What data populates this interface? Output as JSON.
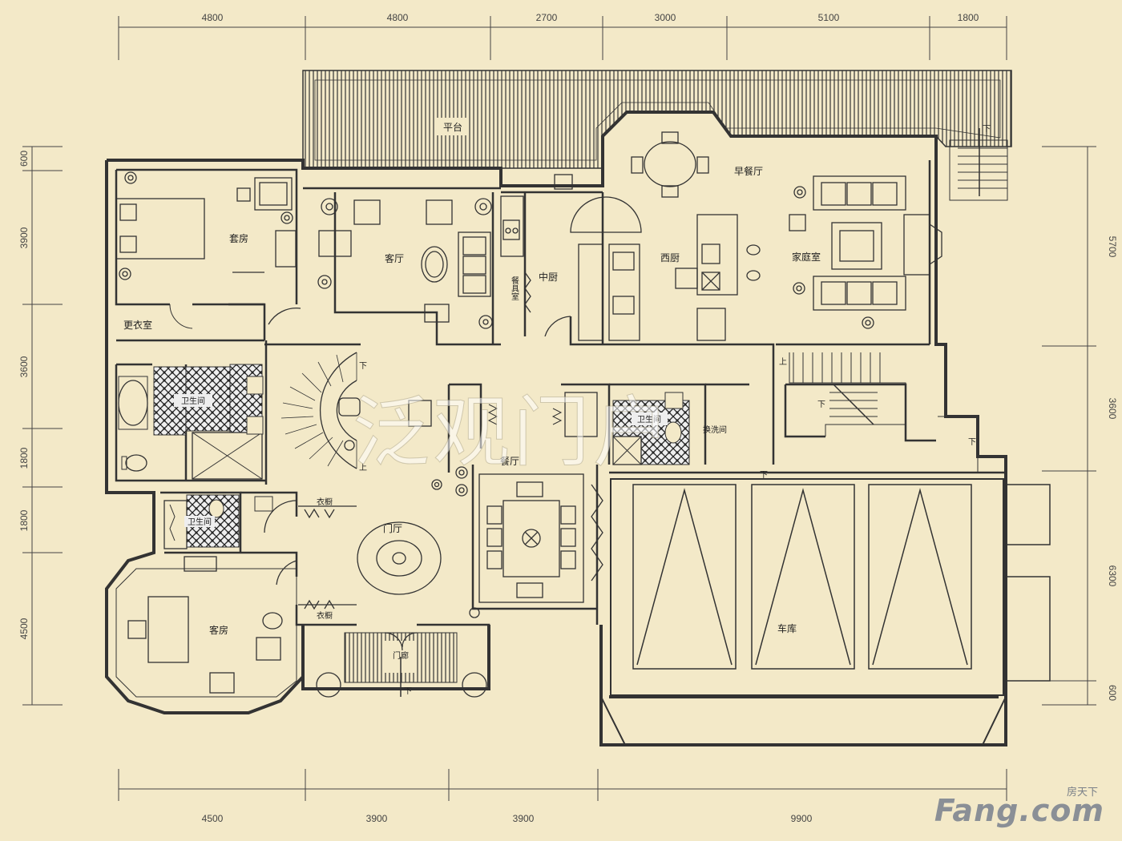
{
  "dimensions": {
    "top": [
      "4800",
      "4800",
      "2700",
      "3000",
      "5100",
      "1800"
    ],
    "bottom": [
      "4500",
      "3900",
      "3900",
      "9900"
    ],
    "left": [
      "600",
      "3900",
      "3600",
      "1800",
      "1800",
      "4500"
    ],
    "right": [
      "5700",
      "3600",
      "6300",
      "600"
    ]
  },
  "rooms": {
    "terrace": "平台",
    "breakfast": "早餐厅",
    "suite": "套房",
    "living": "客厅",
    "pantry": "餐具室",
    "chinese_kitchen": "中厨",
    "western_kitchen": "西厨",
    "family": "家庭室",
    "dressing": "更衣室",
    "bath_master": "卫生间",
    "bath_center": "卫生间",
    "bath_guest": "卫生间",
    "laundry": "换洗间",
    "dining": "餐厅",
    "closet_a": "衣橱",
    "closet_b": "衣橱",
    "foyer": "门厅",
    "guest": "客房",
    "entrance": "门廊",
    "garage": "车库"
  },
  "stair_marks": {
    "up": "上",
    "down": "下"
  },
  "watermark": "泛观门户",
  "logo": {
    "brand": "Fang.com",
    "sub": "房天下"
  },
  "colors": {
    "paper": "#f3e9c8",
    "line": "#3a3a3a"
  }
}
